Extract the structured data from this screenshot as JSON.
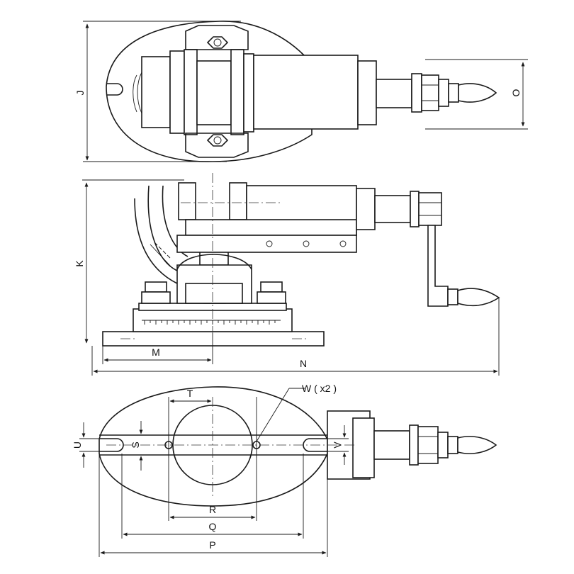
{
  "labels": {
    "J": "J",
    "O": "O",
    "K": "K",
    "M": "M",
    "N": "N",
    "T": "T",
    "W": "W ( x2 )",
    "U": "U",
    "S": "S",
    "V": "V",
    "R": "R",
    "Q": "Q",
    "P": "P"
  }
}
